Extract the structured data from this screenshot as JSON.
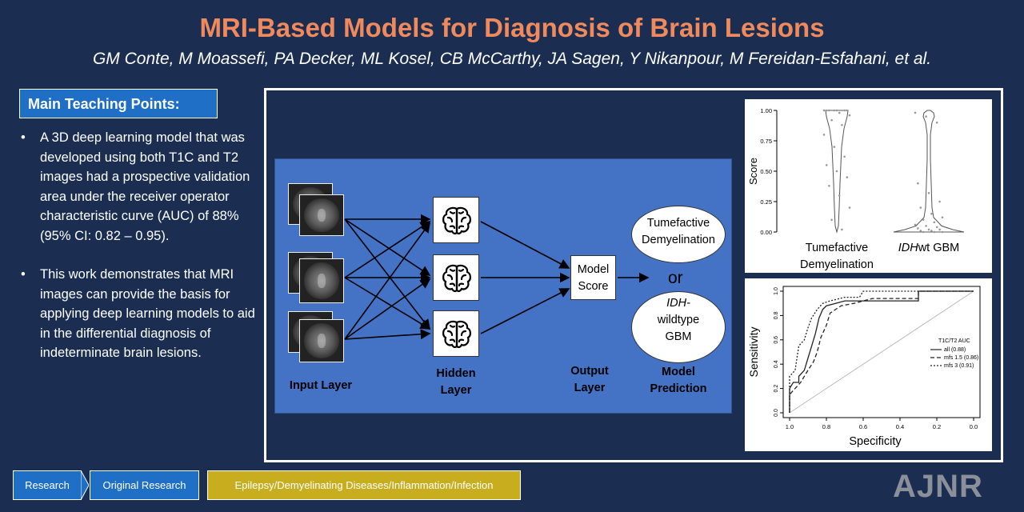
{
  "header": {
    "title": "MRI-Based Models for Diagnosis of Brain Lesions",
    "authors": "GM Conte, M Moassefi, PA Decker, ML Kosel, CB McCarthy, JA Sagen, Y Nikanpour, M Fereidan-Esfahani, et al."
  },
  "teaching": {
    "heading": "Main Teaching Points:",
    "points": [
      "A 3D deep learning model that was developed using both T1C and T2 images had a prospective validation area under the receiver operator characteristic curve (AUC) of 88% (95% CI: 0.82 – 0.95).",
      "This work demonstrates that MRI images can provide the basis for applying deep learning models to aid in the differential diagnosis of indeterminate brain lesions."
    ]
  },
  "network": {
    "input_label": "Input Layer",
    "hidden_label_1": "Hidden",
    "hidden_label_2": "Layer",
    "output_label_1": "Output",
    "output_label_2": "Layer",
    "prediction_label_1": "Model",
    "prediction_label_2": "Prediction",
    "score_label_1": "Model",
    "score_label_2": "Score",
    "outcome_1_line1": "Tumefactive",
    "outcome_1_line2": "Demyelination",
    "or_text": "or",
    "outcome_2_line1": "IDH-",
    "outcome_2_line2": "wildtype",
    "outcome_2_line3": "GBM"
  },
  "chart_data": [
    {
      "type": "violin",
      "ylabel": "Score",
      "xlabel": "",
      "categories": [
        "Tumefactive Demyelination",
        "IDHwt GBM"
      ],
      "category_lines": [
        [
          "Tumefactive",
          "Demyelination"
        ],
        [
          "IDHwt GBM"
        ]
      ],
      "ylim": [
        0,
        1
      ],
      "yticks": [
        "0.00",
        "0.25",
        "0.50",
        "0.75",
        "1.00"
      ],
      "series": [
        {
          "values": [
            1.0,
            1.0,
            1.0,
            1.0,
            1.0,
            1.0,
            1.0,
            0.98,
            0.96,
            0.92,
            0.88,
            0.8,
            0.7,
            0.62,
            0.55,
            0.5,
            0.45,
            0.38,
            0.3,
            0.2,
            0.1,
            0.02
          ]
        },
        {
          "values": [
            0.98,
            0.95,
            0.9,
            0.4,
            0.32,
            0.25,
            0.2,
            0.15,
            0.12,
            0.1,
            0.08,
            0.06,
            0.05,
            0.04,
            0.03,
            0.02,
            0.02,
            0.01,
            0.01,
            0.0,
            0.0,
            0.0
          ]
        }
      ]
    },
    {
      "type": "line",
      "xlabel": "Specificity",
      "ylabel": "Sensitivity",
      "xlim": [
        1.0,
        0.0
      ],
      "ylim": [
        0,
        1
      ],
      "xticks": [
        "1.0",
        "0.8",
        "0.6",
        "0.4",
        "0.2",
        "0.0"
      ],
      "yticks": [
        "0.0",
        "0.2",
        "0.4",
        "0.6",
        "0.8",
        "1.0"
      ],
      "legend_title": "T1C/T2 AUC",
      "legend_position": "bottom-right",
      "series": [
        {
          "name": "all (0.88)",
          "style": "solid",
          "x": [
            1.0,
            1.0,
            0.98,
            0.95,
            0.95,
            0.92,
            0.9,
            0.88,
            0.86,
            0.84,
            0.82,
            0.8,
            0.75,
            0.7,
            0.6,
            0.3,
            0.3,
            0.0
          ],
          "y": [
            0.0,
            0.2,
            0.25,
            0.25,
            0.3,
            0.35,
            0.45,
            0.55,
            0.65,
            0.78,
            0.85,
            0.88,
            0.9,
            0.92,
            0.92,
            0.92,
            1.0,
            1.0
          ]
        },
        {
          "name": "mfs 1.5 (0.86)",
          "style": "dashed",
          "x": [
            1.0,
            1.0,
            0.97,
            0.94,
            0.92,
            0.9,
            0.87,
            0.85,
            0.83,
            0.8,
            0.78,
            0.72,
            0.65,
            0.55,
            0.3,
            0.3,
            0.0
          ],
          "y": [
            0.0,
            0.15,
            0.2,
            0.25,
            0.3,
            0.35,
            0.42,
            0.5,
            0.62,
            0.72,
            0.82,
            0.88,
            0.9,
            0.94,
            0.94,
            1.0,
            1.0
          ]
        },
        {
          "name": "mfs 3 (0.91)",
          "style": "dotted",
          "x": [
            1.0,
            1.0,
            0.97,
            0.95,
            0.92,
            0.9,
            0.88,
            0.85,
            0.82,
            0.78,
            0.7,
            0.62,
            0.6,
            0.0
          ],
          "y": [
            0.0,
            0.3,
            0.35,
            0.55,
            0.6,
            0.7,
            0.78,
            0.85,
            0.9,
            0.92,
            0.95,
            0.95,
            1.0,
            1.0
          ]
        }
      ]
    }
  ],
  "footer": {
    "tag_research": "Research",
    "tag_original": "Original Research",
    "tag_topic": "Epilepsy/Demyelinating Diseases/Inflammation/Infection",
    "logo": "AJNR"
  }
}
